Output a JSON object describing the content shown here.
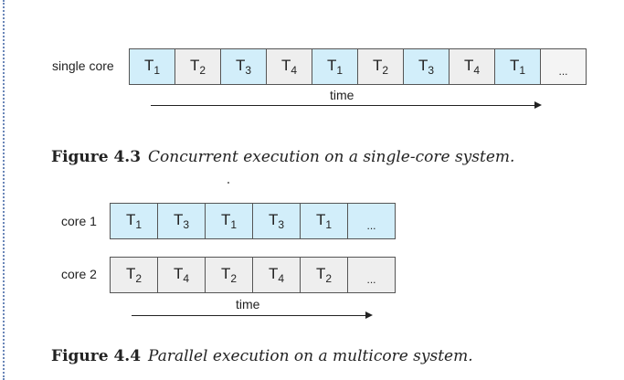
{
  "figure43": {
    "row_label": "single core",
    "cells": [
      {
        "name": "T",
        "sub": "1",
        "style": "blue"
      },
      {
        "name": "T",
        "sub": "2",
        "style": "gray"
      },
      {
        "name": "T",
        "sub": "3",
        "style": "blue"
      },
      {
        "name": "T",
        "sub": "4",
        "style": "gray"
      },
      {
        "name": "T",
        "sub": "1",
        "style": "blue"
      },
      {
        "name": "T",
        "sub": "2",
        "style": "gray"
      },
      {
        "name": "T",
        "sub": "3",
        "style": "blue"
      },
      {
        "name": "T",
        "sub": "4",
        "style": "gray"
      },
      {
        "name": "T",
        "sub": "1",
        "style": "blue"
      },
      {
        "name": "...",
        "sub": "",
        "style": "plain"
      }
    ],
    "time_label": "time",
    "caption_number": "Figure 4.3",
    "caption_text": "Concurrent execution on a single-core system."
  },
  "figure44": {
    "core1_label": "core 1",
    "core1_cells": [
      {
        "name": "T",
        "sub": "1",
        "style": "blue"
      },
      {
        "name": "T",
        "sub": "3",
        "style": "blue"
      },
      {
        "name": "T",
        "sub": "1",
        "style": "blue"
      },
      {
        "name": "T",
        "sub": "3",
        "style": "blue"
      },
      {
        "name": "T",
        "sub": "1",
        "style": "blue"
      },
      {
        "name": "...",
        "sub": "",
        "style": "blue"
      }
    ],
    "core2_label": "core 2",
    "core2_cells": [
      {
        "name": "T",
        "sub": "2",
        "style": "gray"
      },
      {
        "name": "T",
        "sub": "4",
        "style": "gray"
      },
      {
        "name": "T",
        "sub": "2",
        "style": "gray"
      },
      {
        "name": "T",
        "sub": "4",
        "style": "gray"
      },
      {
        "name": "T",
        "sub": "2",
        "style": "gray"
      },
      {
        "name": "...",
        "sub": "",
        "style": "gray"
      }
    ],
    "time_label": "time",
    "caption_number": "Figure 4.4",
    "caption_text": "Parallel execution on a multicore system."
  },
  "colors": {
    "blue_cell": "#d2eefa",
    "gray_cell": "#eeeeee"
  }
}
